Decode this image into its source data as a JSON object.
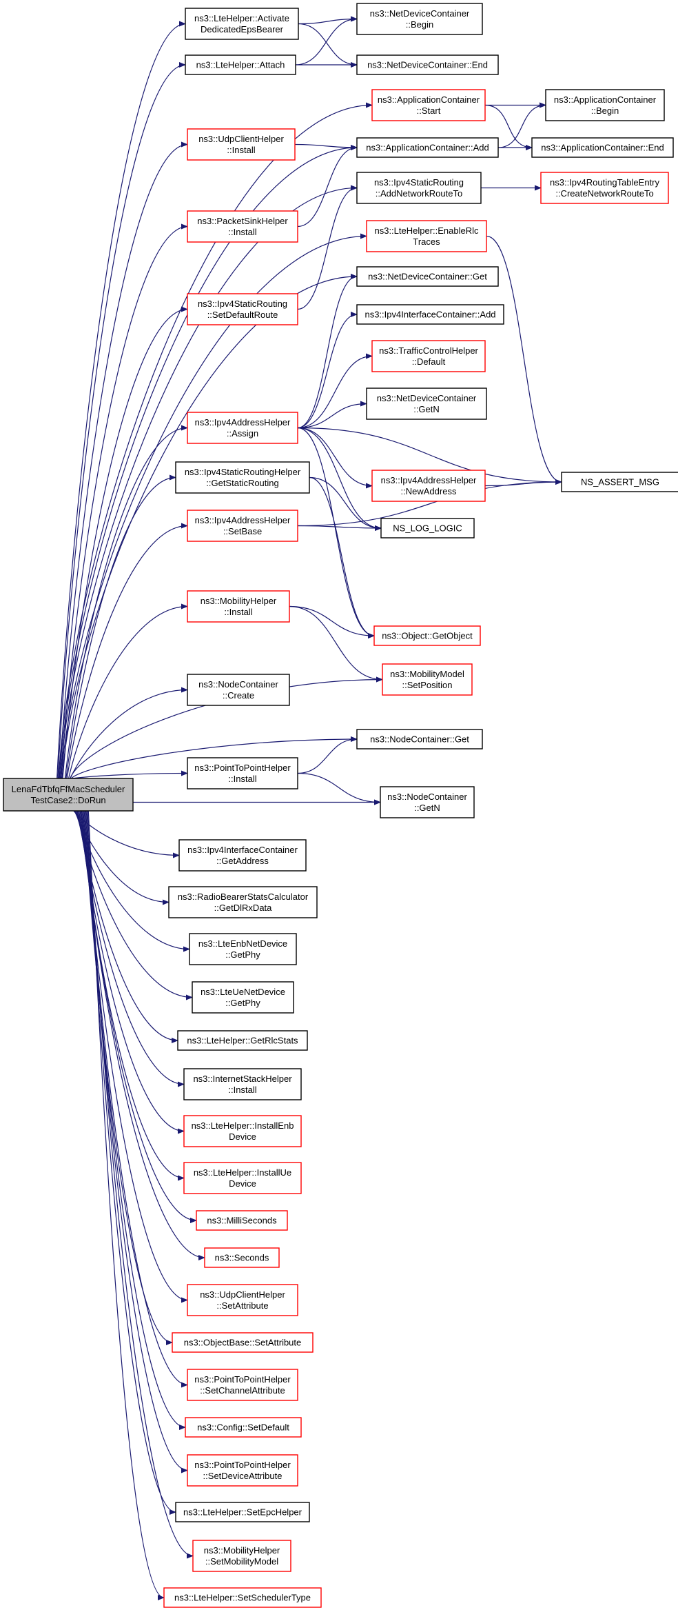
{
  "colors": {
    "edge": "#191970",
    "plain_border": "#000000",
    "link_border": "#ff0000",
    "root_fill": "#bfbfbf"
  },
  "nodes": [
    {
      "id": "root",
      "lines": [
        "LenaFdTbfqFfMacScheduler",
        "TestCase2::DoRun"
      ],
      "style": "root"
    },
    {
      "id": "n1",
      "lines": [
        "ns3::LteHelper::Activate",
        "DedicatedEpsBearer"
      ],
      "style": "plain"
    },
    {
      "id": "n2",
      "lines": [
        "ns3::LteHelper::Attach"
      ],
      "style": "plain"
    },
    {
      "id": "n3",
      "lines": [
        "ns3::ApplicationContainer",
        "::Start"
      ],
      "style": "link"
    },
    {
      "id": "n4",
      "lines": [
        "ns3::UdpClientHelper",
        "::Install"
      ],
      "style": "link"
    },
    {
      "id": "n5",
      "lines": [
        "ns3::ApplicationContainer::Add"
      ],
      "style": "plain"
    },
    {
      "id": "n6",
      "lines": [
        "ns3::PacketSinkHelper",
        "::Install"
      ],
      "style": "link"
    },
    {
      "id": "n7",
      "lines": [
        "ns3::Ipv4StaticRouting",
        "::SetDefaultRoute"
      ],
      "style": "link"
    },
    {
      "id": "n8",
      "lines": [
        "ns3::Ipv4StaticRouting",
        "::AddNetworkRouteTo"
      ],
      "style": "plain"
    },
    {
      "id": "n9",
      "lines": [
        "ns3::LteHelper::EnableRlc",
        "Traces"
      ],
      "style": "link"
    },
    {
      "id": "n10",
      "lines": [
        "ns3::Ipv4AddressHelper",
        "::Assign"
      ],
      "style": "link"
    },
    {
      "id": "n11",
      "lines": [
        "ns3::NetDeviceContainer::Get"
      ],
      "style": "plain"
    },
    {
      "id": "n12",
      "lines": [
        "ns3::Ipv4InterfaceContainer::Add"
      ],
      "style": "plain"
    },
    {
      "id": "n13",
      "lines": [
        "ns3::TrafficControlHelper",
        "::Default"
      ],
      "style": "link"
    },
    {
      "id": "n14",
      "lines": [
        "ns3::NetDeviceContainer",
        "::GetN"
      ],
      "style": "plain"
    },
    {
      "id": "n15",
      "lines": [
        "ns3::Ipv4AddressHelper",
        "::NewAddress"
      ],
      "style": "link"
    },
    {
      "id": "n16",
      "lines": [
        "ns3::Ipv4StaticRoutingHelper",
        "::GetStaticRouting"
      ],
      "style": "plain"
    },
    {
      "id": "n17",
      "lines": [
        "ns3::Ipv4AddressHelper",
        "::SetBase"
      ],
      "style": "link"
    },
    {
      "id": "n18",
      "lines": [
        "NS_LOG_LOGIC"
      ],
      "style": "plain"
    },
    {
      "id": "n19",
      "lines": [
        "NS_ASSERT_MSG"
      ],
      "style": "plain"
    },
    {
      "id": "n20",
      "lines": [
        "ns3::MobilityHelper",
        "::Install"
      ],
      "style": "link"
    },
    {
      "id": "n21",
      "lines": [
        "ns3::Object::GetObject"
      ],
      "style": "link"
    },
    {
      "id": "n22",
      "lines": [
        "ns3::MobilityModel",
        "::SetPosition"
      ],
      "style": "link"
    },
    {
      "id": "n23",
      "lines": [
        "ns3::NodeContainer",
        "::Create"
      ],
      "style": "plain"
    },
    {
      "id": "n24",
      "lines": [
        "ns3::NodeContainer::Get"
      ],
      "style": "plain"
    },
    {
      "id": "n25",
      "lines": [
        "ns3::PointToPointHelper",
        "::Install"
      ],
      "style": "plain"
    },
    {
      "id": "n26",
      "lines": [
        "ns3::NodeContainer",
        "::GetN"
      ],
      "style": "plain"
    },
    {
      "id": "n27",
      "lines": [
        "ns3::Ipv4InterfaceContainer",
        "::GetAddress"
      ],
      "style": "plain"
    },
    {
      "id": "n28",
      "lines": [
        "ns3::RadioBearerStatsCalculator",
        "::GetDlRxData"
      ],
      "style": "plain"
    },
    {
      "id": "n29",
      "lines": [
        "ns3::LteEnbNetDevice",
        "::GetPhy"
      ],
      "style": "plain"
    },
    {
      "id": "n30",
      "lines": [
        "ns3::LteUeNetDevice",
        "::GetPhy"
      ],
      "style": "plain"
    },
    {
      "id": "n31",
      "lines": [
        "ns3::LteHelper::GetRlcStats"
      ],
      "style": "plain"
    },
    {
      "id": "n32",
      "lines": [
        "ns3::InternetStackHelper",
        "::Install"
      ],
      "style": "plain"
    },
    {
      "id": "n33",
      "lines": [
        "ns3::LteHelper::InstallEnb",
        "Device"
      ],
      "style": "link"
    },
    {
      "id": "n34",
      "lines": [
        "ns3::LteHelper::InstallUe",
        "Device"
      ],
      "style": "link"
    },
    {
      "id": "n35",
      "lines": [
        "ns3::MilliSeconds"
      ],
      "style": "link"
    },
    {
      "id": "n36",
      "lines": [
        "ns3::Seconds"
      ],
      "style": "link"
    },
    {
      "id": "n37",
      "lines": [
        "ns3::UdpClientHelper",
        "::SetAttribute"
      ],
      "style": "link"
    },
    {
      "id": "n38",
      "lines": [
        "ns3::ObjectBase::SetAttribute"
      ],
      "style": "link"
    },
    {
      "id": "n39",
      "lines": [
        "ns3::PointToPointHelper",
        "::SetChannelAttribute"
      ],
      "style": "link"
    },
    {
      "id": "n40",
      "lines": [
        "ns3::Config::SetDefault"
      ],
      "style": "link"
    },
    {
      "id": "n41",
      "lines": [
        "ns3::PointToPointHelper",
        "::SetDeviceAttribute"
      ],
      "style": "link"
    },
    {
      "id": "n42",
      "lines": [
        "ns3::LteHelper::SetEpcHelper"
      ],
      "style": "plain"
    },
    {
      "id": "n43",
      "lines": [
        "ns3::MobilityHelper",
        "::SetMobilityModel"
      ],
      "style": "link"
    },
    {
      "id": "n44",
      "lines": [
        "ns3::LteHelper::SetSchedulerType"
      ],
      "style": "link"
    },
    {
      "id": "n45",
      "lines": [
        "ns3::NetDeviceContainer",
        "::Begin"
      ],
      "style": "plain"
    },
    {
      "id": "n46",
      "lines": [
        "ns3::NetDeviceContainer::End"
      ],
      "style": "plain"
    },
    {
      "id": "n47",
      "lines": [
        "ns3::ApplicationContainer",
        "::Begin"
      ],
      "style": "plain"
    },
    {
      "id": "n48",
      "lines": [
        "ns3::ApplicationContainer::End"
      ],
      "style": "plain"
    },
    {
      "id": "n49",
      "lines": [
        "ns3::Ipv4RoutingTableEntry",
        "::CreateNetworkRouteTo"
      ],
      "style": "link"
    }
  ],
  "edges": [
    [
      "root",
      "n1"
    ],
    [
      "root",
      "n2"
    ],
    [
      "root",
      "n3"
    ],
    [
      "root",
      "n4"
    ],
    [
      "root",
      "n5"
    ],
    [
      "root",
      "n6"
    ],
    [
      "root",
      "n7"
    ],
    [
      "root",
      "n8"
    ],
    [
      "root",
      "n9"
    ],
    [
      "root",
      "n10"
    ],
    [
      "root",
      "n11"
    ],
    [
      "root",
      "n16"
    ],
    [
      "root",
      "n17"
    ],
    [
      "root",
      "n20"
    ],
    [
      "root",
      "n22"
    ],
    [
      "root",
      "n23"
    ],
    [
      "root",
      "n24"
    ],
    [
      "root",
      "n25"
    ],
    [
      "root",
      "n26"
    ],
    [
      "root",
      "n27"
    ],
    [
      "root",
      "n28"
    ],
    [
      "root",
      "n29"
    ],
    [
      "root",
      "n30"
    ],
    [
      "root",
      "n31"
    ],
    [
      "root",
      "n32"
    ],
    [
      "root",
      "n33"
    ],
    [
      "root",
      "n34"
    ],
    [
      "root",
      "n35"
    ],
    [
      "root",
      "n36"
    ],
    [
      "root",
      "n37"
    ],
    [
      "root",
      "n38"
    ],
    [
      "root",
      "n39"
    ],
    [
      "root",
      "n40"
    ],
    [
      "root",
      "n41"
    ],
    [
      "root",
      "n42"
    ],
    [
      "root",
      "n43"
    ],
    [
      "root",
      "n44"
    ],
    [
      "n1",
      "n45"
    ],
    [
      "n1",
      "n46"
    ],
    [
      "n2",
      "n45"
    ],
    [
      "n2",
      "n46"
    ],
    [
      "n3",
      "n47"
    ],
    [
      "n3",
      "n48"
    ],
    [
      "n4",
      "n5"
    ],
    [
      "n5",
      "n47"
    ],
    [
      "n5",
      "n48"
    ],
    [
      "n6",
      "n5"
    ],
    [
      "n7",
      "n8"
    ],
    [
      "n8",
      "n49"
    ],
    [
      "n9",
      "n19"
    ],
    [
      "n10",
      "n11"
    ],
    [
      "n10",
      "n12"
    ],
    [
      "n10",
      "n13"
    ],
    [
      "n10",
      "n14"
    ],
    [
      "n10",
      "n15"
    ],
    [
      "n10",
      "n18"
    ],
    [
      "n10",
      "n19"
    ],
    [
      "n10",
      "n21"
    ],
    [
      "n15",
      "n19"
    ],
    [
      "n16",
      "n18"
    ],
    [
      "n16",
      "n21"
    ],
    [
      "n17",
      "n18"
    ],
    [
      "n17",
      "n19"
    ],
    [
      "n20",
      "n21"
    ],
    [
      "n20",
      "n22"
    ],
    [
      "n25",
      "n24"
    ],
    [
      "n25",
      "n26"
    ]
  ]
}
